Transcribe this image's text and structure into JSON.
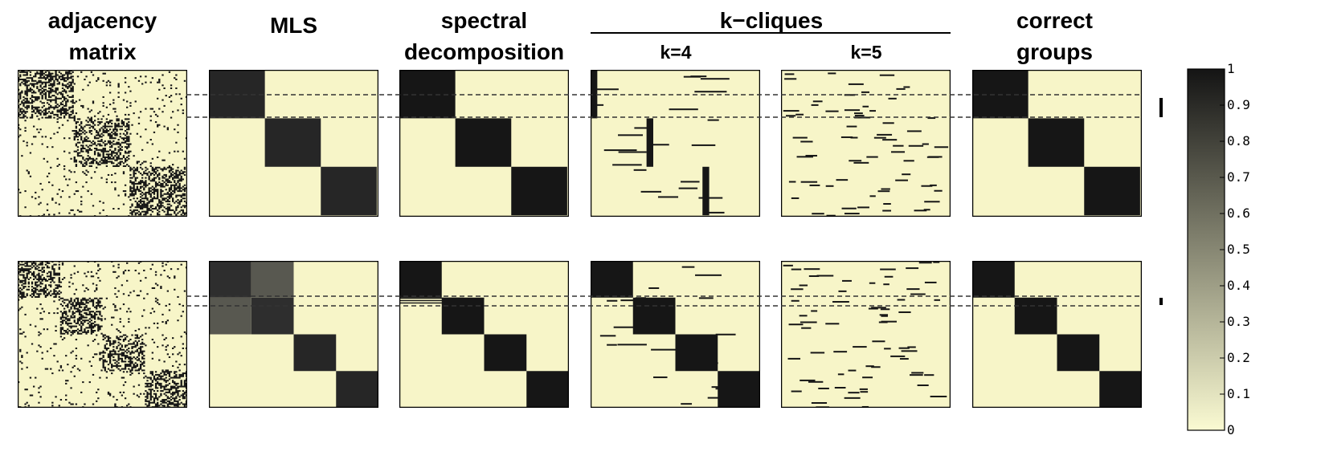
{
  "headers": {
    "adjacency": [
      "adjacency",
      "matrix"
    ],
    "mls": "MLS",
    "spectral": [
      "spectral",
      "decomposition"
    ],
    "kcliques": "k−cliques",
    "k4": "k=4",
    "k5": "k=5",
    "correct": [
      "correct",
      "groups"
    ]
  },
  "colorbar": {
    "ticks": [
      "1",
      "0.9",
      "0.8",
      "0.7",
      "0.6",
      "0.5",
      "0.4",
      "0.3",
      "0.2",
      "0.1",
      "0"
    ],
    "low_color": "#fafad2",
    "high_color": "#141414"
  },
  "colors": {
    "background": "#f7f5c8",
    "dark": "#161616",
    "frame": "#000000",
    "dash": "#333333"
  },
  "rows": [
    {
      "group_fractions": [
        0.33,
        0.33,
        0.33
      ],
      "overlap_fraction": 0.1
    },
    {
      "group_fractions": [
        0.25,
        0.25,
        0.25,
        0.25
      ],
      "overlap_fraction": 0.05
    }
  ]
}
